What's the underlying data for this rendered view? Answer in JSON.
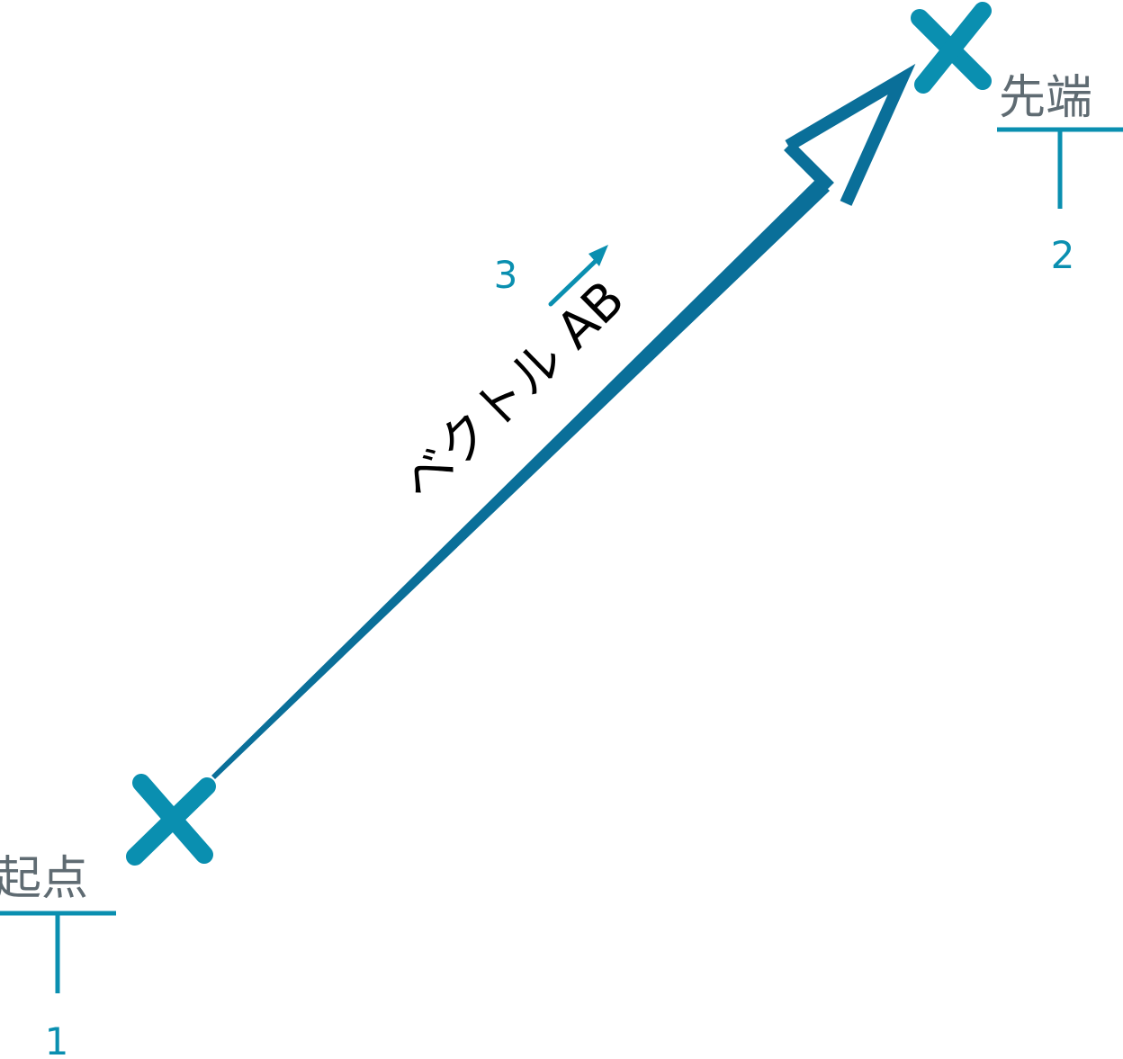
{
  "colors": {
    "accent": "#0a8fb0",
    "vector": "#0a6f99",
    "label_text": "#5f6b72",
    "background": "#ffffff"
  },
  "vector": {
    "label": "ベクトル AB"
  },
  "start_point": {
    "label": "起点",
    "callout_number": "1",
    "marker": "cross-marker"
  },
  "end_point": {
    "label": "先端",
    "callout_number": "2",
    "marker": "cross-marker"
  },
  "direction_indicator": {
    "callout_number": "3",
    "icon": "arrow-up-right-icon"
  }
}
